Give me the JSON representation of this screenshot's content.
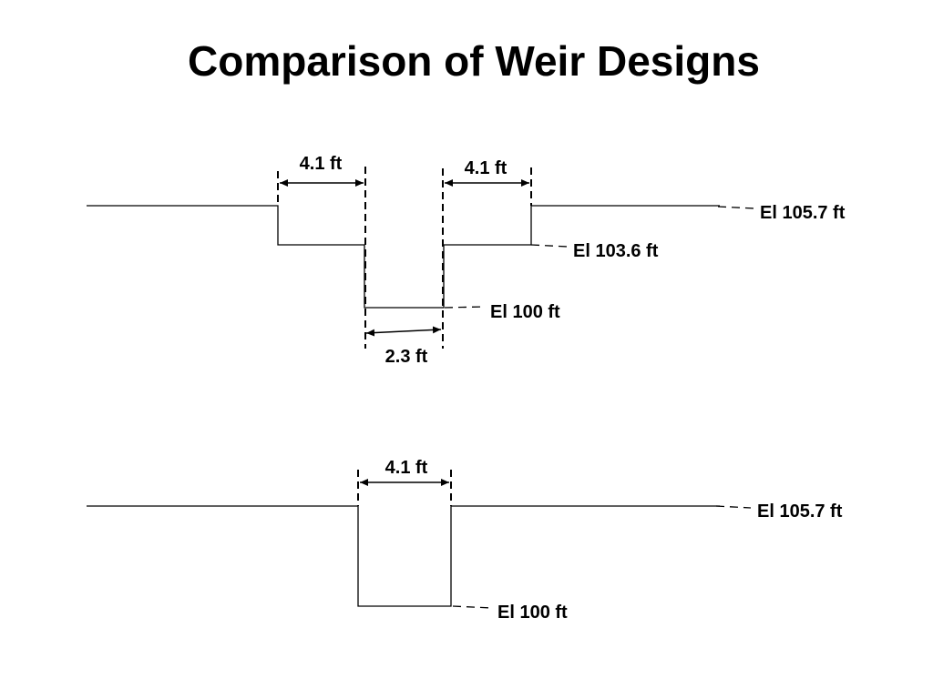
{
  "title": "Comparison of Weir Designs",
  "colors": {
    "line": "#000000",
    "background": "#ffffff"
  },
  "diagrams": [
    {
      "name": "stepped-weir",
      "dimensions": [
        "4.1 ft",
        "4.1 ft",
        "2.3 ft"
      ],
      "elevations": [
        "El 105.7 ft",
        "El 103.6 ft",
        "El 100 ft"
      ]
    },
    {
      "name": "rectangular-weir",
      "dimensions": [
        "4.1 ft"
      ],
      "elevations": [
        "El 105.7 ft",
        "El 100 ft"
      ]
    }
  ]
}
